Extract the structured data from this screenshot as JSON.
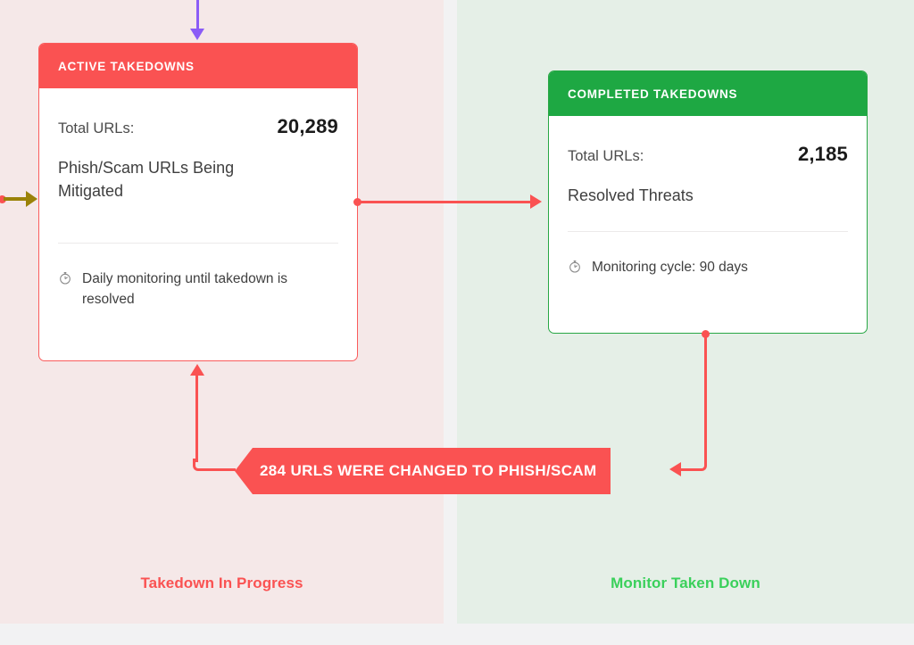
{
  "lanes": [
    {
      "name": "takedown-in-progress",
      "label": "Takedown In Progress",
      "color": "#fa5252",
      "background": "#f5e8e8"
    },
    {
      "name": "monitor-taken-down",
      "label": "Monitor Taken Down",
      "color": "#3ad05b",
      "background": "#e5efe7"
    }
  ],
  "cards": {
    "active": {
      "header": "ACTIVE TAKEDOWNS",
      "header_color": "#fa5252",
      "border_color": "#fa5c5c",
      "metric_label": "Total URLs:",
      "metric_value": "20,289",
      "description": "Phish/Scam URLs Being Mitigated",
      "footnote_icon": "stopwatch-icon",
      "footnote": "Daily monitoring until takedown is resolved"
    },
    "completed": {
      "header": "COMPLETED TAKEDOWNS",
      "header_color": "#1ea843",
      "border_color": "#28a745",
      "metric_label": "Total URLs:",
      "metric_value": "2,185",
      "description": "Resolved Threats",
      "footnote_icon": "stopwatch-icon",
      "footnote": "Monitoring cycle: 90 days"
    }
  },
  "ribbon": {
    "label": "284 URLS WERE CHANGED TO PHISH/SCAM",
    "color": "#fa5252"
  },
  "connectors": {
    "incoming_top": {
      "name": "purple-down-arrow",
      "color": "#8b5cf6"
    },
    "incoming_left": {
      "name": "olive-right-arrow",
      "color": "#9a8208"
    },
    "active_to_completed": {
      "name": "red-right-arrow",
      "color": "#fa5252"
    },
    "completed_to_ribbon": {
      "name": "red-down-left-arrow",
      "color": "#fa5252"
    },
    "ribbon_to_active": {
      "name": "red-up-arrow",
      "color": "#fa5252"
    }
  }
}
